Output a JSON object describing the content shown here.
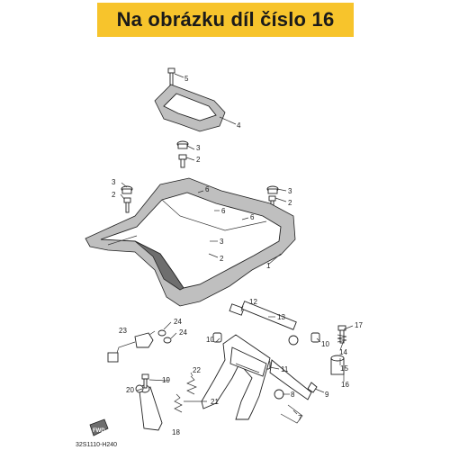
{
  "banner": {
    "text": "Na obrázku díl číslo 16",
    "color": "#f7c42c"
  },
  "diagram": {
    "code": "32S1110-H240",
    "fwd_label": "FWD",
    "callouts": [
      "1",
      "2",
      "3",
      "4",
      "5",
      "6",
      "7",
      "8",
      "9",
      "10",
      "11",
      "12",
      "13",
      "14",
      "15",
      "16",
      "17",
      "18",
      "19",
      "20",
      "21",
      "22",
      "23",
      "24"
    ]
  }
}
